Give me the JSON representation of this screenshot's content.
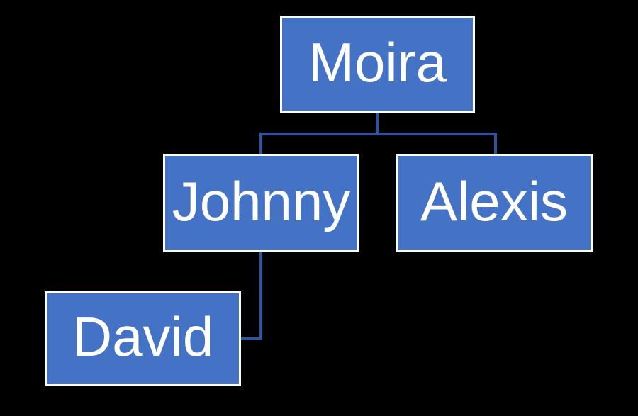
{
  "diagram": {
    "type": "tree",
    "colors": {
      "background": "#000000",
      "box_fill": "#4472C4",
      "box_border": "#FFFFFF",
      "connector": "#30549B",
      "text": "#FFFFFF"
    },
    "nodes": [
      {
        "id": "moira",
        "label": "Moira",
        "parent": null
      },
      {
        "id": "johnny",
        "label": "Johnny",
        "parent": "moira"
      },
      {
        "id": "alexis",
        "label": "Alexis",
        "parent": "moira"
      },
      {
        "id": "david",
        "label": "David",
        "parent": "johnny"
      }
    ]
  }
}
